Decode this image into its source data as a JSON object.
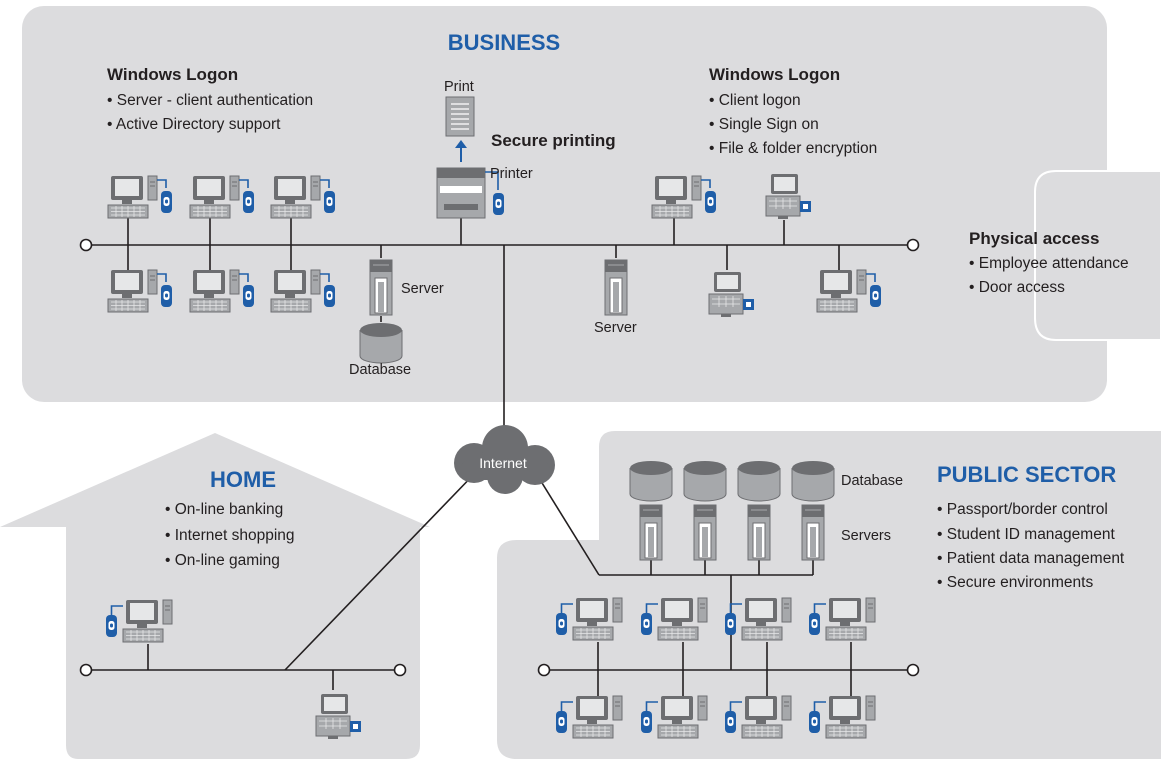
{
  "colors": {
    "panel": "#dcdcde",
    "device": "#a6a8ab",
    "device_dark": "#6d6e71",
    "accent": "#1f5ea8",
    "line": "#231f20"
  },
  "business": {
    "title": "BUSINESS",
    "left_logon": {
      "title": "Windows Logon",
      "bullets": [
        "• Server - client authentication",
        "• Active Directory support"
      ]
    },
    "right_logon": {
      "title": "Windows Logon",
      "bullets": [
        "• Client logon",
        "• Single Sign on",
        "• File & folder encryption"
      ]
    },
    "print_label": "Print",
    "secure_printing": "Secure printing",
    "printer_label": "Printer",
    "server_label_left": "Server",
    "server_label_right": "Server",
    "database_label": "Database"
  },
  "physical_access": {
    "title": "Physical access",
    "bullets": [
      "• Employee attendance",
      "• Door access"
    ]
  },
  "internet_label": "Internet",
  "home": {
    "title": "HOME",
    "bullets": [
      "• On-line banking",
      "• Internet shopping",
      "• On-line gaming"
    ]
  },
  "public_sector": {
    "title": "PUBLIC SECTOR",
    "database_label": "Database",
    "servers_label": "Servers",
    "bullets": [
      "• Passport/border control",
      "• Student ID management",
      "• Patient data management",
      "• Secure environments"
    ]
  }
}
